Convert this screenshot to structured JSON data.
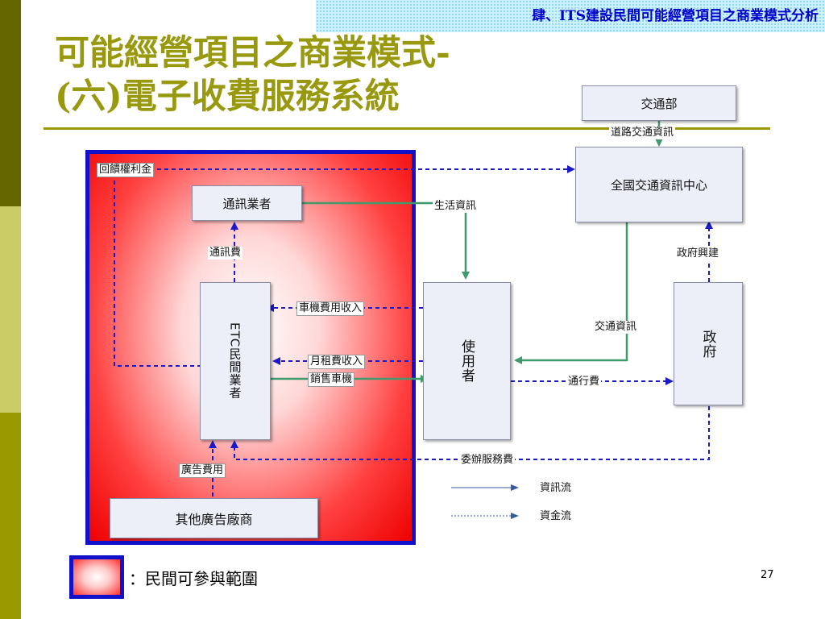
{
  "header": {
    "text": "肆、ITS建設民間可能經營項目之商業模式分析"
  },
  "title": {
    "line1": "可能經營項目之商業模式-",
    "line2": "(六)電子收費服務系統"
  },
  "nodes": {
    "ministry": "交通部",
    "national_center": "全國交通資訊中心",
    "telecom": "通訊業者",
    "etc_operator": "ETC民間業者",
    "user": "使用者",
    "government": "政府",
    "advertisers": "其他廣告廠商"
  },
  "flows": {
    "road_traffic_info": "道路交通資訊",
    "royalty": "回饋權利金",
    "life_info": "生活資訊",
    "telecom_fee": "通訊費",
    "gov_construction": "政府興建",
    "device_revenue": "車機費用收入",
    "traffic_info": "交通資訊",
    "monthly_rent": "月租費收入",
    "sell_device": "銷售車機",
    "toll": "通行費",
    "commission_fee": "委辦服務費",
    "ad_fee": "廣告費用"
  },
  "legend": {
    "info_flow": "資訊流",
    "money_flow": "資金流"
  },
  "footer": {
    "zone_caption": "：民間可參與範圍",
    "page_number": "27"
  },
  "colors": {
    "info_flow": "#3f9a6c",
    "money_flow": "#1a1acc",
    "title": "#99990f",
    "zone_border": "#1111cc",
    "zone_fill": "#ff0000"
  }
}
